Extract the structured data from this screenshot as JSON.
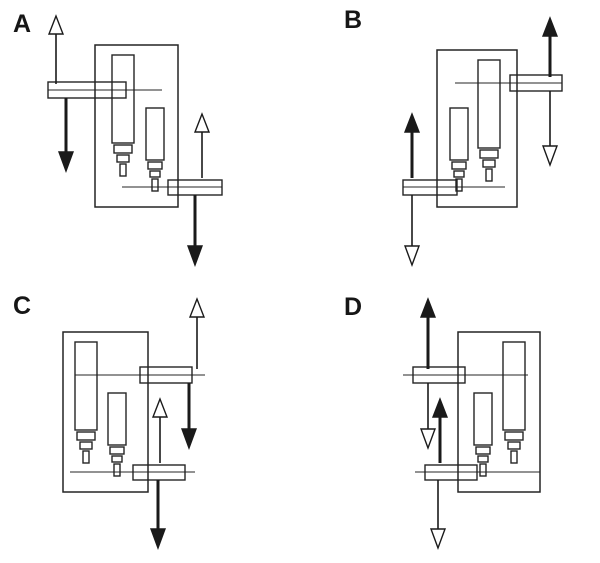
{
  "figure": {
    "background": "#ffffff",
    "ink": "#1a1a1a",
    "description": "Four schematic machine diagrams labeled A-D; each shows a rectangular device with two internal cylinders and two lever arms, with paired hollow (outline) and filled (solid) vertical arrows at the lever ends."
  },
  "legend": {
    "hollow_arrow_fill": "#ffffff",
    "filled_arrow_fill": "#1a1a1a"
  },
  "panels": [
    {
      "label": "A",
      "top_lever_side": "left",
      "bottom_lever_side": "right",
      "arrows": {
        "top_up": {
          "direction": "up",
          "style": "hollow",
          "fill": "#ffffff",
          "shaft_width": "1.6"
        },
        "top_down": {
          "direction": "down",
          "style": "filled",
          "fill": "#1a1a1a",
          "shaft_width": "3"
        },
        "bottom_up": {
          "direction": "up",
          "style": "hollow",
          "fill": "#ffffff",
          "shaft_width": "1.6"
        },
        "bottom_down": {
          "direction": "down",
          "style": "filled",
          "fill": "#1a1a1a",
          "shaft_width": "3"
        }
      }
    },
    {
      "label": "B",
      "top_lever_side": "right",
      "bottom_lever_side": "left",
      "arrows": {
        "top_up": {
          "direction": "up",
          "style": "filled",
          "fill": "#1a1a1a",
          "shaft_width": "3"
        },
        "top_down": {
          "direction": "down",
          "style": "hollow",
          "fill": "#ffffff",
          "shaft_width": "1.6"
        },
        "bottom_up": {
          "direction": "up",
          "style": "filled",
          "fill": "#1a1a1a",
          "shaft_width": "3"
        },
        "bottom_down": {
          "direction": "down",
          "style": "hollow",
          "fill": "#ffffff",
          "shaft_width": "1.6"
        }
      }
    },
    {
      "label": "C",
      "top_lever_side": "right",
      "bottom_lever_side": "bottom-right",
      "arrows": {
        "top_up": {
          "direction": "up",
          "style": "hollow",
          "fill": "#ffffff",
          "shaft_width": "1.6"
        },
        "top_down": {
          "direction": "down",
          "style": "filled",
          "fill": "#1a1a1a",
          "shaft_width": "3"
        },
        "bottom_up": {
          "direction": "up",
          "style": "hollow",
          "fill": "#ffffff",
          "shaft_width": "1.6"
        },
        "bottom_down": {
          "direction": "down",
          "style": "filled",
          "fill": "#1a1a1a",
          "shaft_width": "3"
        }
      }
    },
    {
      "label": "D",
      "top_lever_side": "left",
      "bottom_lever_side": "bottom-left",
      "arrows": {
        "top_up": {
          "direction": "up",
          "style": "filled",
          "fill": "#1a1a1a",
          "shaft_width": "3"
        },
        "top_down": {
          "direction": "down",
          "style": "hollow",
          "fill": "#ffffff",
          "shaft_width": "1.6"
        },
        "bottom_up": {
          "direction": "up",
          "style": "filled",
          "fill": "#1a1a1a",
          "shaft_width": "3"
        },
        "bottom_down": {
          "direction": "down",
          "style": "hollow",
          "fill": "#ffffff",
          "shaft_width": "1.6"
        }
      }
    }
  ]
}
